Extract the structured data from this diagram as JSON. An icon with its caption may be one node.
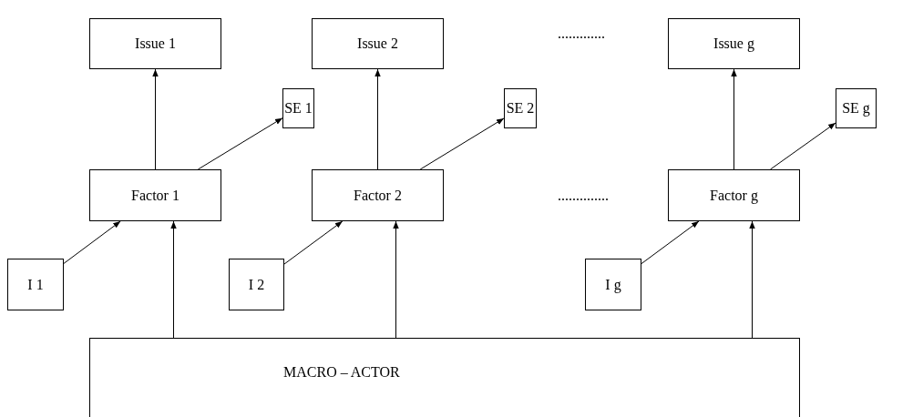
{
  "diagram": {
    "nodes": [
      {
        "text": [
          "Issue 1"
        ]
      },
      {
        "text": [
          "Issue 2"
        ]
      },
      {
        "text": [
          "Issue g"
        ]
      },
      {
        "text": [
          "SE 1"
        ]
      },
      {
        "text": [
          "SE 2"
        ]
      },
      {
        "text": [
          "SE g"
        ]
      },
      {
        "text": [
          "Factor 1"
        ]
      },
      {
        "text": [
          "Factor 2"
        ]
      },
      {
        "text": [
          "Factor g"
        ]
      },
      {
        "text": [
          "I 1"
        ]
      },
      {
        "text": [
          "I 2"
        ]
      },
      {
        "text": [
          "I g"
        ]
      },
      {
        "text": [
          "MACRO – ACTOR"
        ]
      }
    ],
    "edges": [
      {
        "from": 6,
        "to": 0,
        "arrow": "to"
      },
      {
        "from": 6,
        "to": 3,
        "arrow": "to"
      },
      {
        "from": 9,
        "to": 6,
        "arrow": "to"
      },
      {
        "from": 12,
        "to": 6,
        "arrow": "to"
      },
      {
        "from": 7,
        "to": 1,
        "arrow": "to"
      },
      {
        "from": 7,
        "to": 4,
        "arrow": "to"
      },
      {
        "from": 10,
        "to": 7,
        "arrow": "to"
      },
      {
        "from": 12,
        "to": 7,
        "arrow": "to"
      },
      {
        "from": 8,
        "to": 2,
        "arrow": "to"
      },
      {
        "from": 8,
        "to": 5,
        "arrow": "to"
      },
      {
        "from": 11,
        "to": 8,
        "arrow": "to"
      },
      {
        "from": 12,
        "to": 8,
        "arrow": "to"
      }
    ],
    "labels": [
      ".............",
      ".............."
    ]
  }
}
